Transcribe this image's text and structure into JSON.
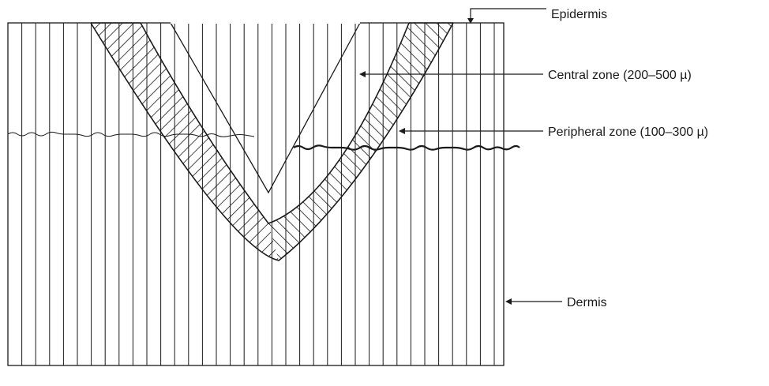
{
  "labels": {
    "epidermis": "Epidermis",
    "central_zone": "Central zone (200–500 µ)",
    "peripheral_zone": "Peripheral zone (100–300 µ)",
    "dermis": "Dermis"
  },
  "colors": {
    "ink": "#1a1a1a",
    "background": "#ffffff"
  }
}
